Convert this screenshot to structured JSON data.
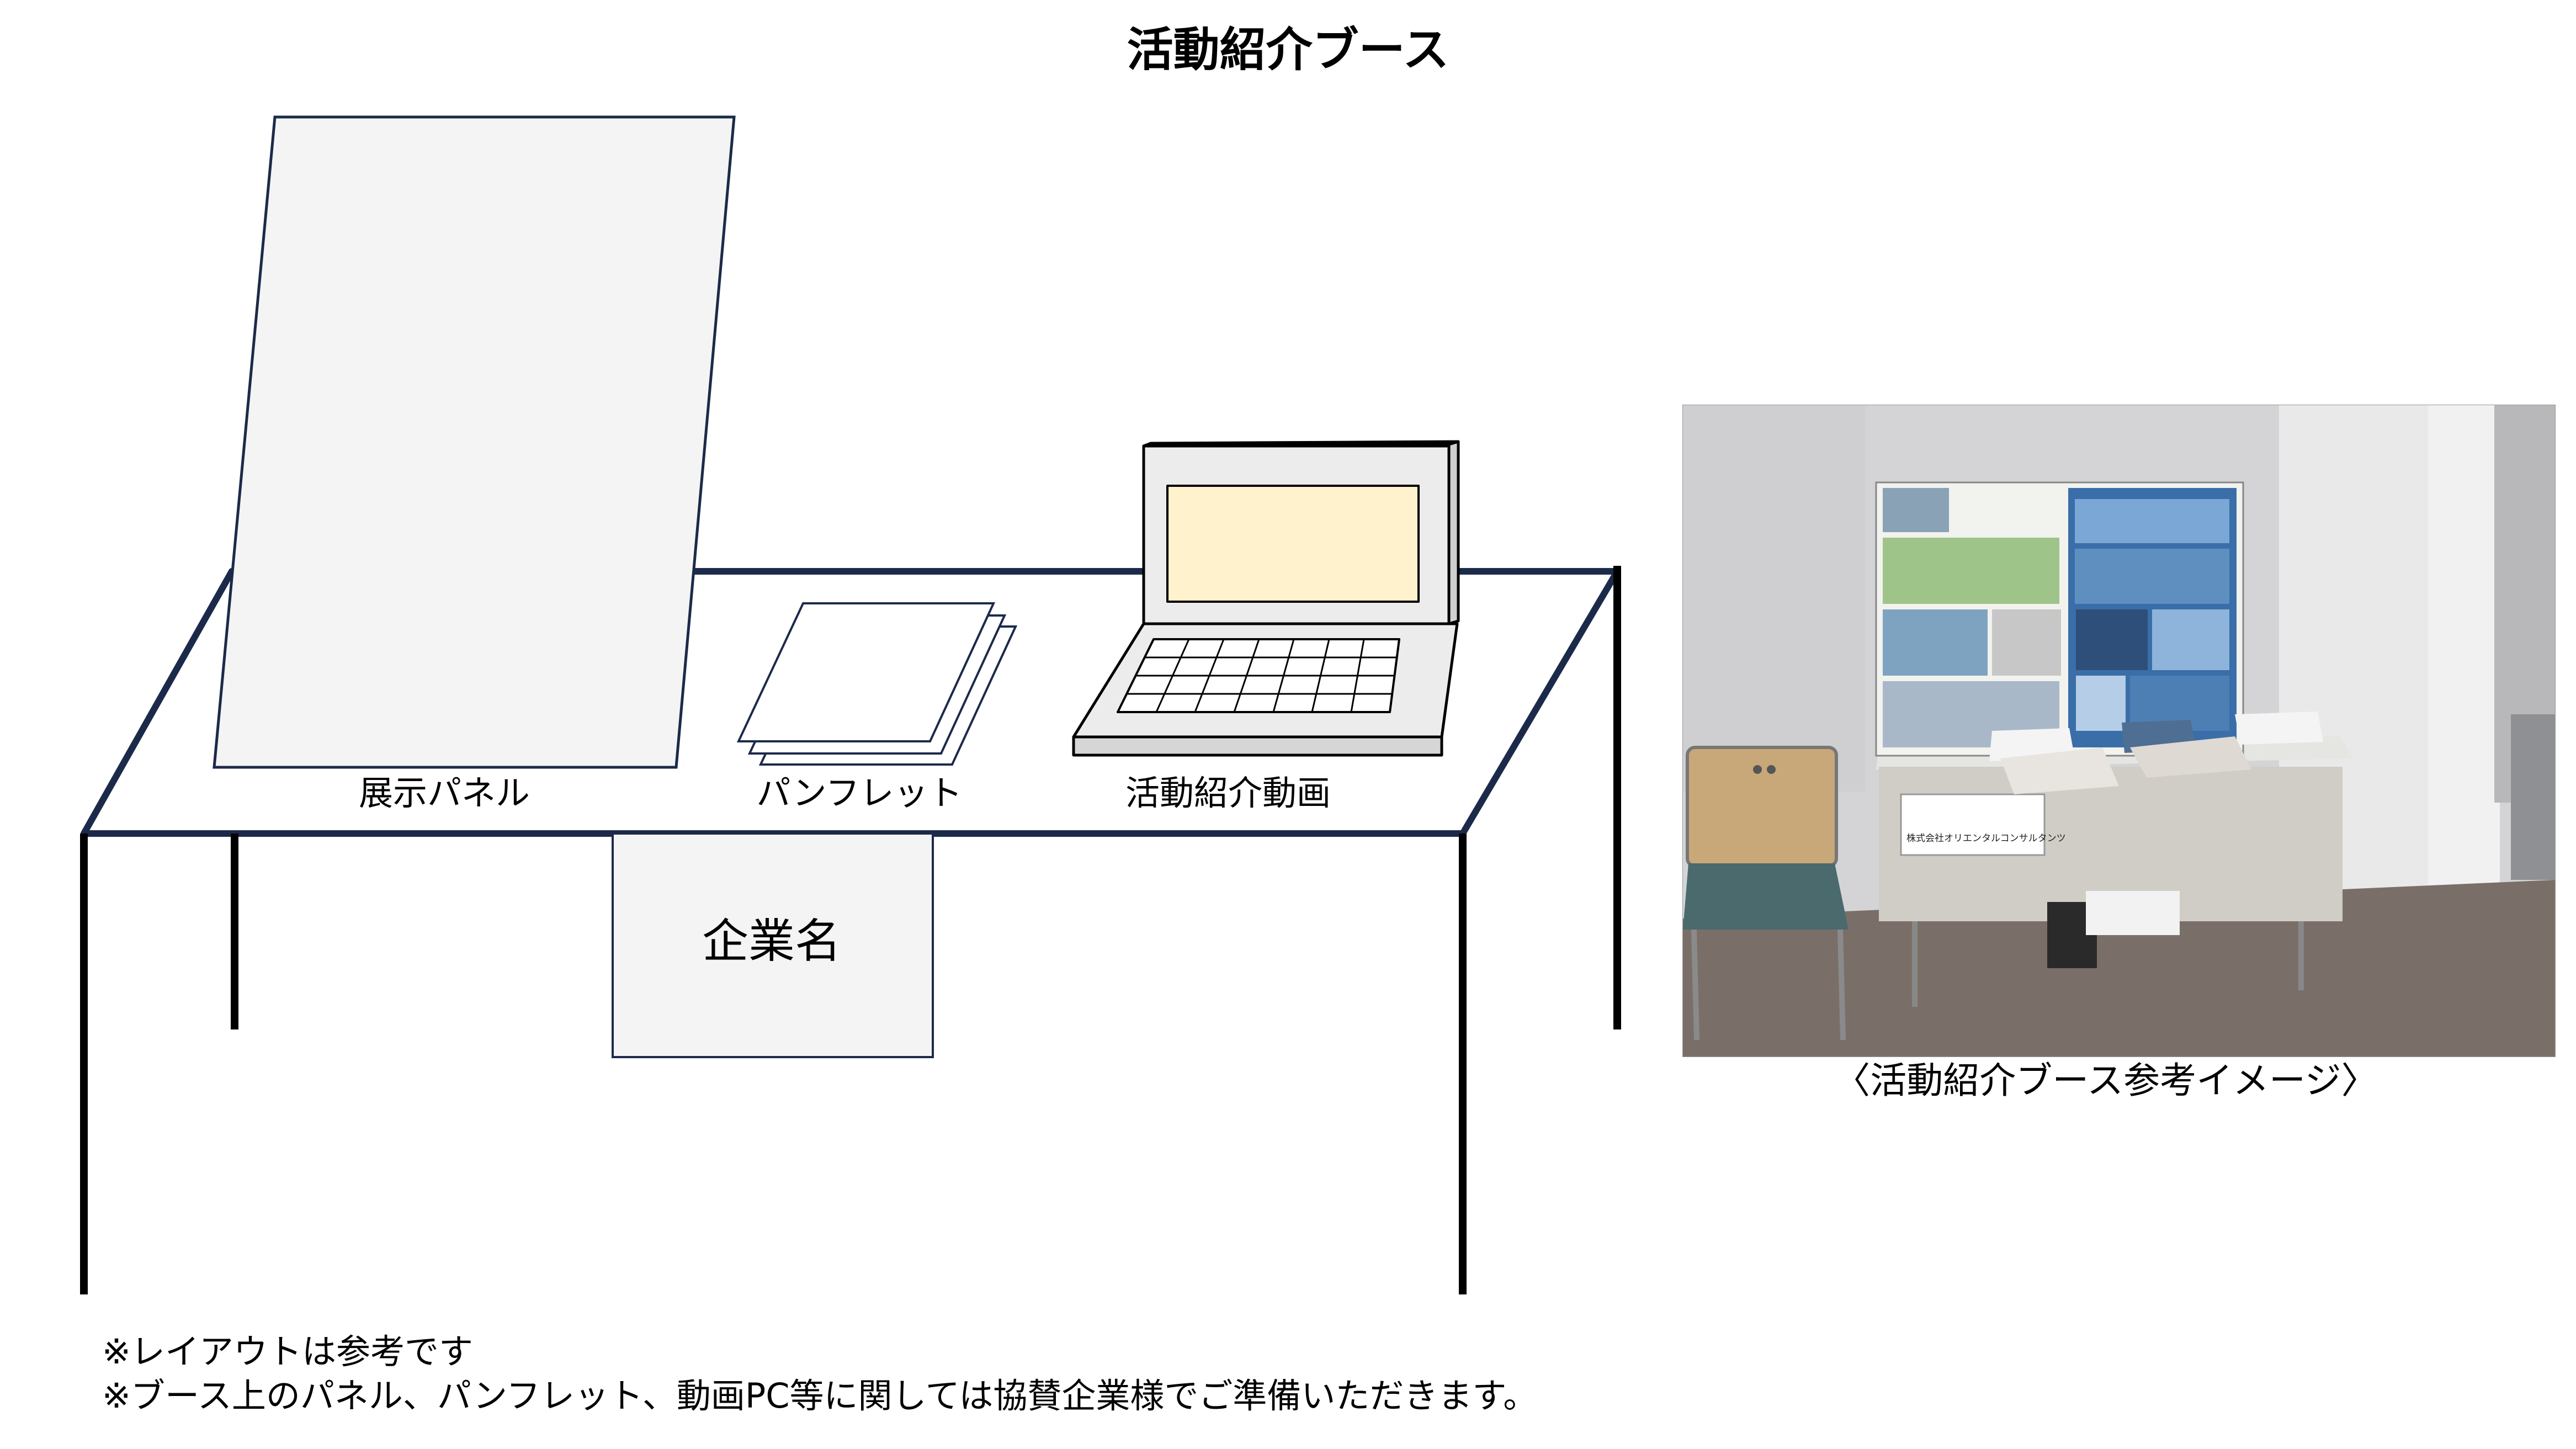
{
  "title": "活動紹介ブース",
  "booth": {
    "panel_label": "展示パネル",
    "pamphlet_label": "パンフレット",
    "laptop_label": "活動紹介動画",
    "company_sign_label": "企業名"
  },
  "photo": {
    "caption": "〈活動紹介ブース参考イメージ〉",
    "table_sign_text": "株式会社オリエンタルコンサルタンツ"
  },
  "notes": {
    "line1": "※レイアウトは参考です",
    "line2": "※ブース上のパネル、パンフレット、動画PC等に関しては協賛企業様でご準備いただきます。"
  },
  "colors": {
    "table_outline": "#1c2a4a",
    "panel_fill": "#f4f4f4",
    "laptop_screen": "#fff2cc",
    "laptop_body": "#ececec"
  }
}
